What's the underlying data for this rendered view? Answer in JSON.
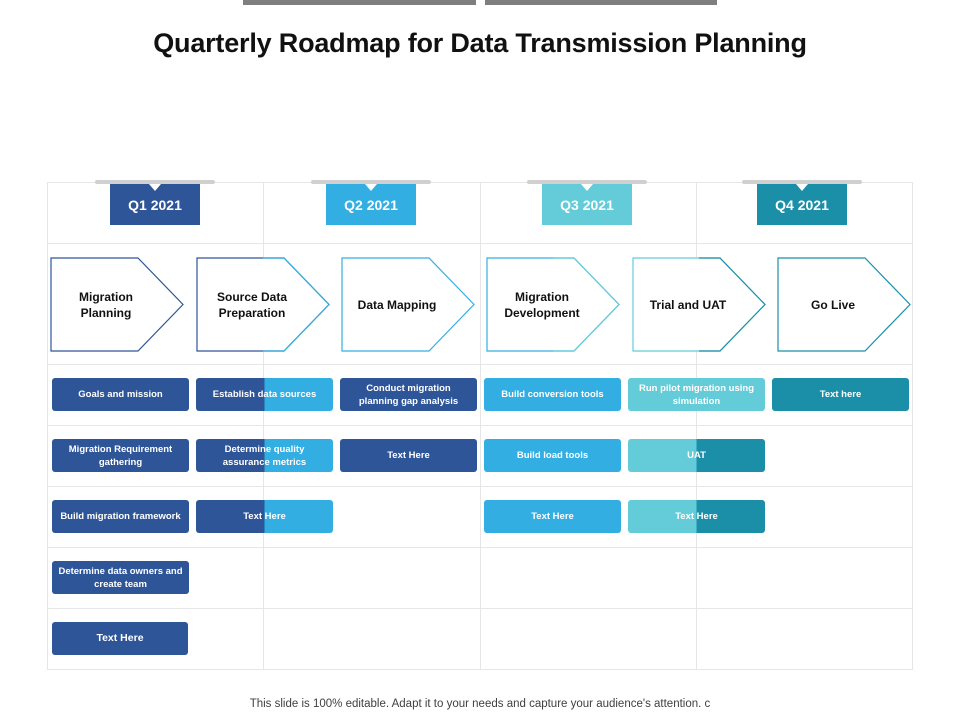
{
  "title": "Quarterly Roadmap for Data  Transmission Planning",
  "footer": "This slide is 100% editable. Adapt it to your needs and capture your audience's attention. c",
  "colors": {
    "navy": "#2e5597",
    "blue": "#33aee3",
    "cyan": "#63ccd8",
    "teal": "#1c8fa8",
    "q1": "#2e5597",
    "q2": "#33aee3",
    "q3": "#63ccd8",
    "q4": "#1c8fa8"
  },
  "quarters": [
    {
      "label": "Q1 2021"
    },
    {
      "label": "Q2 2021"
    },
    {
      "label": "Q3 2021"
    },
    {
      "label": "Q4 2021"
    }
  ],
  "phases": [
    {
      "label": "Migration Planning",
      "stroke": "#2e5597"
    },
    {
      "label": "Source Data Preparation",
      "stroke": "#2e5597",
      "stroke2": "#33aee3"
    },
    {
      "label": "Data Mapping",
      "stroke": "#33aee3"
    },
    {
      "label": "Migration Development",
      "stroke": "#33aee3",
      "stroke2": "#63ccd8"
    },
    {
      "label": "Trial and UAT",
      "stroke": "#63ccd8",
      "stroke2": "#1c8fa8"
    },
    {
      "label": "Go Live",
      "stroke": "#1c8fa8"
    }
  ],
  "tasks": [
    {
      "text": "Goals and mission",
      "color": "navy"
    },
    {
      "text": "Establish data sources",
      "color": "navy",
      "color2": "blue"
    },
    {
      "text": "Conduct migration planning gap analysis",
      "color": "navy"
    },
    {
      "text": "Build conversion tools",
      "color": "blue"
    },
    {
      "text": "Run pilot migration using simulation",
      "color": "cyan"
    },
    {
      "text": "Text here",
      "color": "teal"
    },
    {
      "text": "Migration Requirement gathering",
      "color": "navy"
    },
    {
      "text": "Determine quality assurance metrics",
      "color": "navy",
      "color2": "blue"
    },
    {
      "text": "Text Here",
      "color": "navy"
    },
    {
      "text": "Build load tools",
      "color": "blue"
    },
    {
      "text": "UAT",
      "color": "cyan",
      "color2": "teal"
    },
    {
      "text": "Build migration framework",
      "color": "navy"
    },
    {
      "text": "Text Here",
      "color": "navy",
      "color2": "blue"
    },
    {
      "text": "Text Here",
      "color": "blue"
    },
    {
      "text": "Text Here",
      "color": "cyan",
      "color2": "teal"
    },
    {
      "text": "Determine data owners and create team",
      "color": "navy"
    },
    {
      "text": "Text  Here",
      "color": "navy"
    }
  ]
}
